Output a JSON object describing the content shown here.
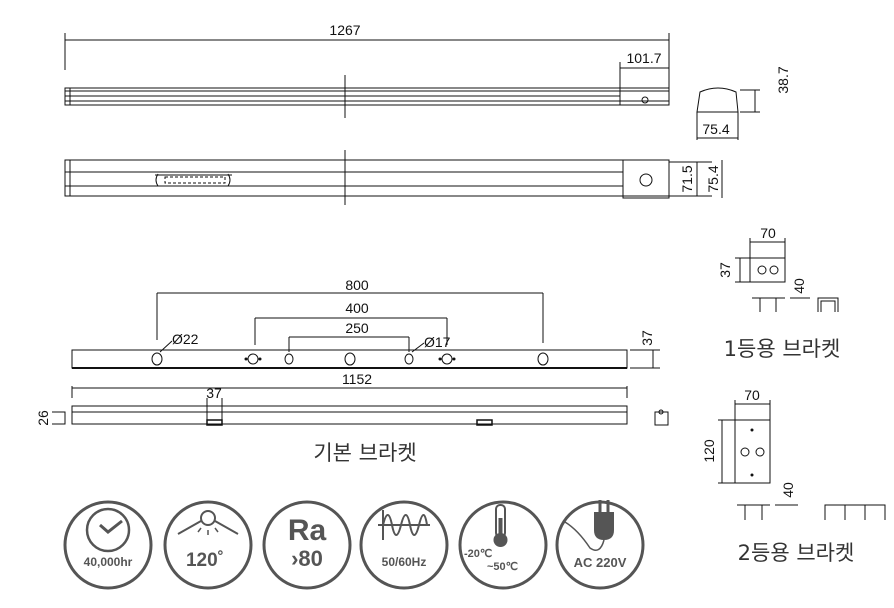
{
  "top_view": {
    "length": "1267",
    "end_len": "101.7",
    "profile_h": "38.7",
    "profile_w": "75.4"
  },
  "side_view": {
    "dim_a": "71.5",
    "dim_b": "75.4"
  },
  "basic_bracket": {
    "title": "기본 브라켓",
    "dim_800": "800",
    "dim_400": "400",
    "dim_250": "250",
    "hole_large": "Ø22",
    "hole_small": "Ø17",
    "height": "37",
    "length": "1152",
    "bracket_w": "37",
    "rail_h": "26"
  },
  "single_bracket": {
    "title": "1등용 브라켓",
    "width": "70",
    "height": "37",
    "depth": "40"
  },
  "double_bracket": {
    "title": "2등용 브라켓",
    "width": "70",
    "height": "120",
    "depth": "40"
  },
  "icons": [
    {
      "name": "clock-icon",
      "label": "40,000hr"
    },
    {
      "name": "beam-angle-icon",
      "label": "120˚"
    },
    {
      "name": "cri-icon",
      "label": "Ra",
      "sub": "›80"
    },
    {
      "name": "frequency-wave-icon",
      "label": "50/60Hz"
    },
    {
      "name": "thermometer-icon",
      "label": "-20℃",
      "sub": "~50℃"
    },
    {
      "name": "plug-icon",
      "label": "AC 220V"
    }
  ],
  "colors": {
    "icon": "#555555",
    "line": "#111111"
  }
}
